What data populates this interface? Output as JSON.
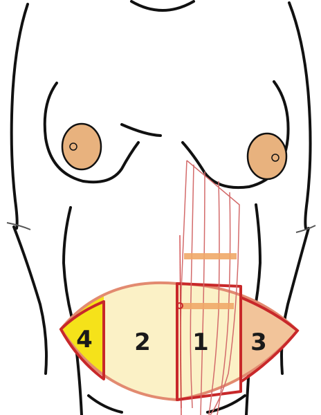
{
  "zones": [
    {
      "id": "zone-4",
      "label": "4",
      "fill": "#f5e21a"
    },
    {
      "id": "zone-2",
      "label": "2",
      "fill": "#fbf1c6"
    },
    {
      "id": "zone-1",
      "label": "1",
      "fill": "#fbf1c6"
    },
    {
      "id": "zone-3",
      "label": "3",
      "fill": "#f2c49a"
    }
  ],
  "colors": {
    "outline": "#111111",
    "areola": "#e8b27e",
    "zone_border": "#c8282a",
    "zone_outer_border": "#e28a70",
    "rectus_lines": "#d36a6a",
    "inscription_band": "#f0a868",
    "background": "#ffffff"
  }
}
